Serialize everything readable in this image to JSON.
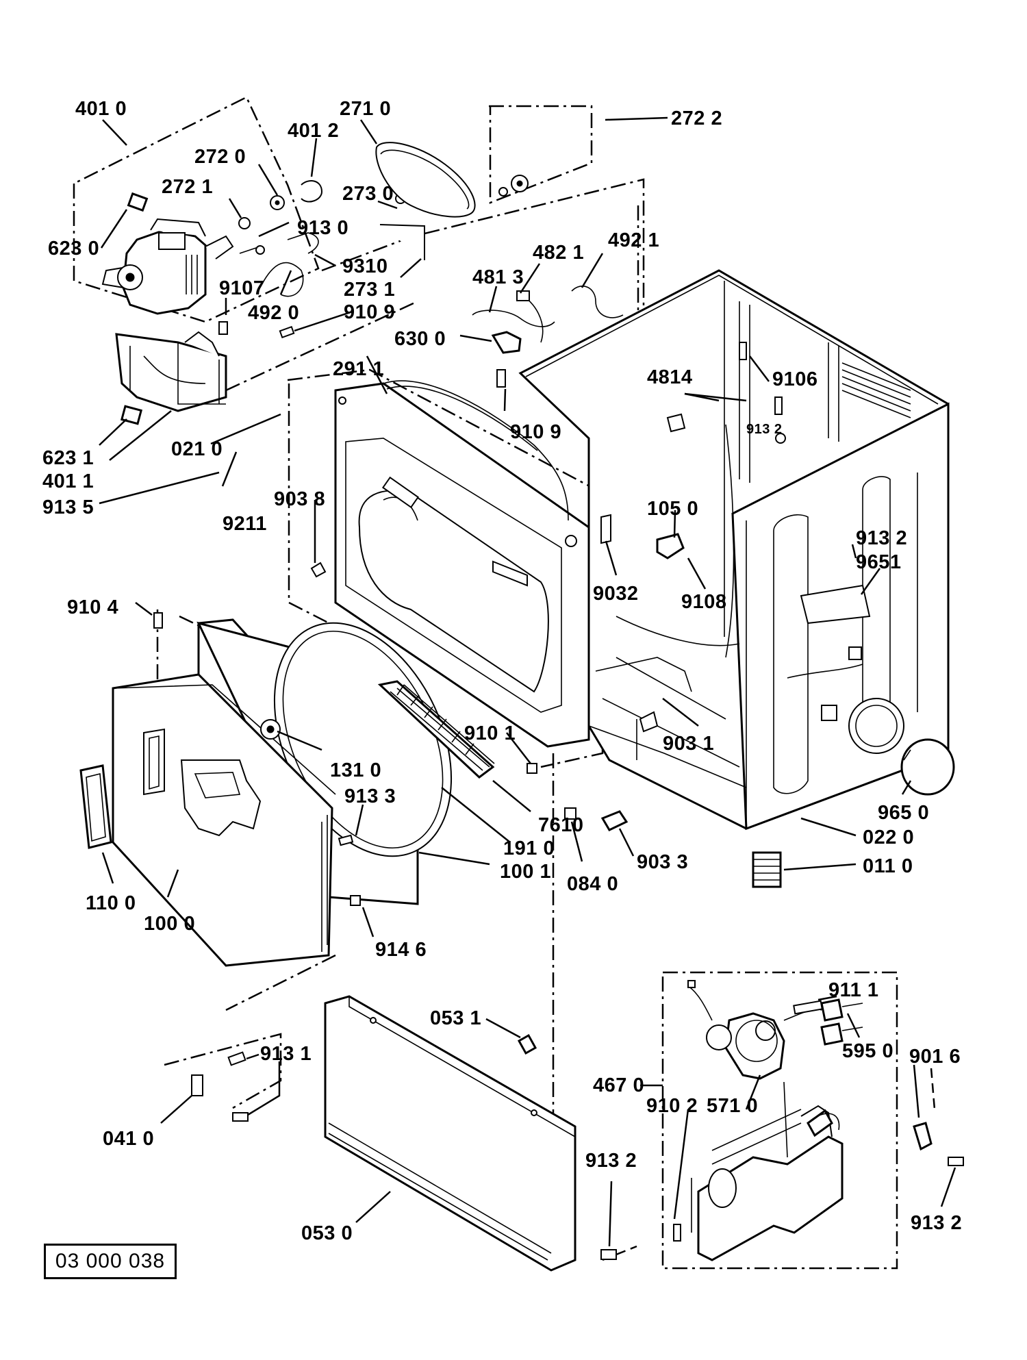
{
  "diagram": {
    "document_number": "03 000 038",
    "callouts": [
      "401 0",
      "271 0",
      "401 2",
      "272 2",
      "272 0",
      "272 1",
      "273 0",
      "623 0",
      "913 0",
      "9310",
      "9107",
      "273 1",
      "492 0",
      "910 9",
      "482 1",
      "492 1",
      "481 3",
      "630 0",
      "291 1",
      "4814",
      "9106",
      "913 2",
      "910 9",
      "623 1",
      "021 0",
      "401 1",
      "913 5",
      "9211",
      "903 8",
      "105 0",
      "913 2",
      "9651",
      "9032",
      "9108",
      "910 4",
      "910 1",
      "903 1",
      "131 0",
      "913 3",
      "7610",
      "191 0",
      "100 1",
      "965 0",
      "084 0",
      "903 3",
      "022 0",
      "011 0",
      "110 0",
      "100 0",
      "914 6",
      "053 1",
      "913 1",
      "911 1",
      "467 0",
      "595 0",
      "901 6",
      "041 0",
      "910 2",
      "571 0",
      "913 2",
      "913 2",
      "053 0"
    ]
  }
}
